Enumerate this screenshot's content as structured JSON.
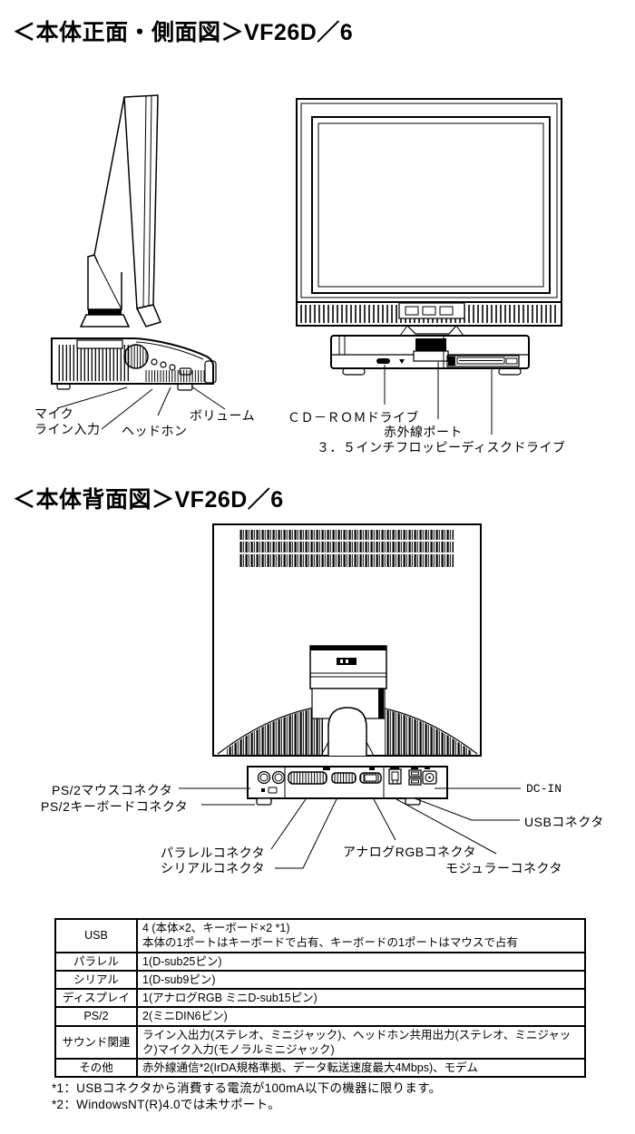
{
  "colors": {
    "ink": "#000000",
    "paper": "#ffffff"
  },
  "document": {
    "front_side_section": {
      "title": "＜本体正面・側面図＞VF26D／6",
      "labels": {
        "mic": "マイク",
        "line_in": "ライン入力",
        "headphone": "ヘッドホン",
        "volume": "ボリューム",
        "cdrom": "ＣＤ－ＲＯＭドライブ",
        "ir_port": "赤外線ポート",
        "floppy": "３．５インチフロッピーディスクドライブ"
      }
    },
    "rear_section": {
      "title": "＜本体背面図＞VF26D／6",
      "labels": {
        "ps2_mouse": "PS/2マウスコネクタ",
        "ps2_keyboard": "PS/2キーボードコネクタ",
        "dc_in": "DC-IN",
        "usb": "USBコネクタ",
        "parallel": "パラレルコネクタ",
        "serial": "シリアルコネクタ",
        "analog_rgb": "アナログRGBコネクタ",
        "modular": "モジュラーコネクタ"
      }
    },
    "spec_table": {
      "rows": [
        {
          "label": "USB",
          "value": "4 (本体×2、キーボード×2 *1)\n本体の1ポートはキーボードで占有、キーボードの1ポートはマウスで占有"
        },
        {
          "label": "パラレル",
          "value": "1(D-sub25ピン)"
        },
        {
          "label": "シリアル",
          "value": "1(D-sub9ピン)"
        },
        {
          "label": "ディスプレイ",
          "value": "1(アナログRGB ミニD-sub15ピン)"
        },
        {
          "label": "PS/2",
          "value": "2(ミニDIN6ピン)"
        },
        {
          "label": "サウンド関連",
          "value": "ライン入出力(ステレオ、ミニジャック)、ヘッドホン共用出力(ステレオ、ミニジャック)マイク入力(モノラルミニジャック)"
        },
        {
          "label": "その他",
          "value": "赤外線通信*2(IrDA規格準拠、データ転送速度最大4Mbps)、モデム"
        }
      ]
    },
    "footnotes": [
      "*1：USBコネクタから消費する電流が100mA以下の機器に限ります。",
      "*2：WindowsNT(R)4.0では未サポート。"
    ]
  }
}
